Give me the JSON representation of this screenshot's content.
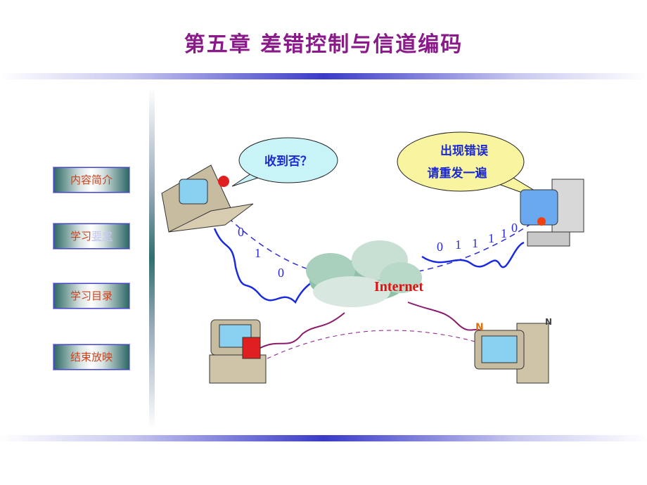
{
  "title": "第五章  差错控制与信道编码",
  "nav": [
    {
      "label": "内容简介"
    },
    {
      "label_a": "学习",
      "label_b": "要求"
    },
    {
      "label": "学习目录"
    },
    {
      "label": "结束放映"
    }
  ],
  "diagram": {
    "left_bubble": "收到否？",
    "right_bubble_line1": "出现错误",
    "right_bubble_line2": "请重发一遍",
    "cloud_label": "Internet",
    "left_bits": [
      "0",
      "1",
      "0"
    ],
    "right_bits": [
      "0",
      "1",
      "1",
      "1",
      "1",
      "0"
    ],
    "sleep_marks": [
      "N",
      "N"
    ]
  },
  "colors": {
    "title": "#8a1a8a",
    "button_text": "#d0401a",
    "cloud_label": "#e01010",
    "bits": "#2b2bd8"
  }
}
